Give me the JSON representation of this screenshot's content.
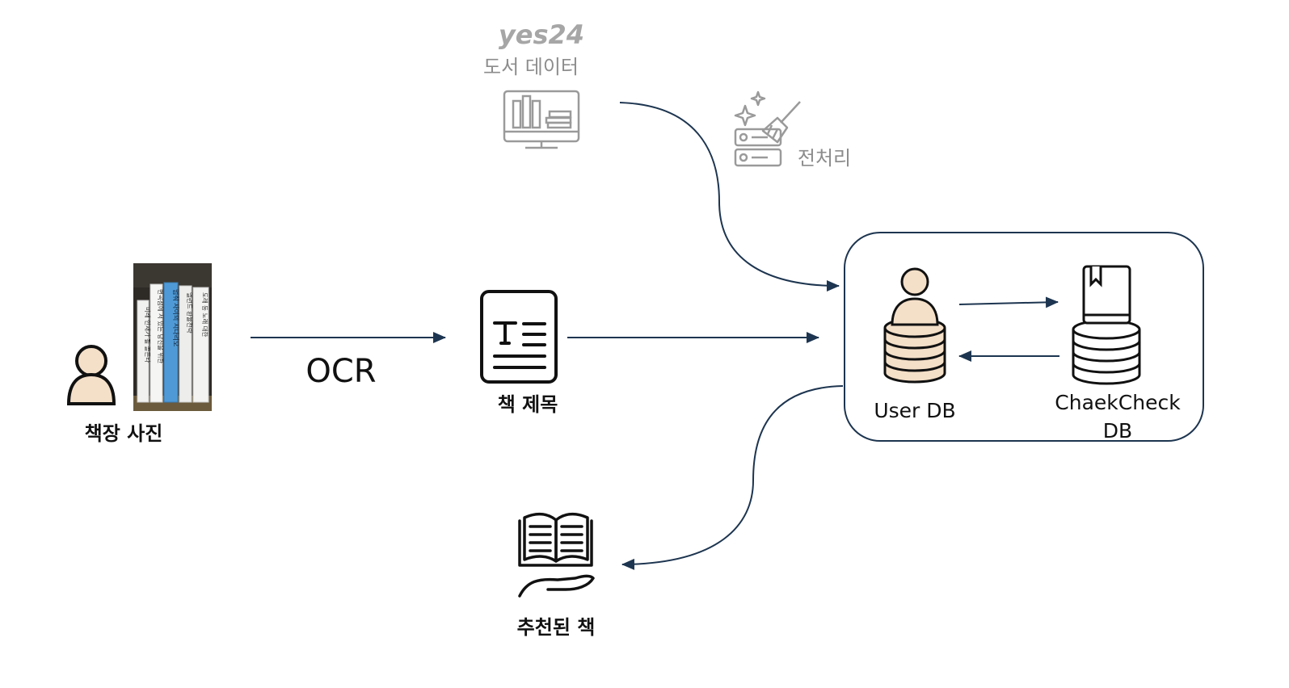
{
  "sources": {
    "yes24": {
      "logo_text": "yes24",
      "label": "도서 데이터"
    },
    "preprocess": {
      "label": "전처리"
    }
  },
  "inputs": {
    "shelf_photo": {
      "label": "책장 사진",
      "spines": [
        "미래 인재가 될 골든타",
        "변곡점에 서 있는 당신을 위한",
        "멈춰 사이의 시나리오",
        "엘런드 환율전략",
        "도래 등 노래 대한"
      ]
    },
    "ocr": {
      "label": "OCR"
    },
    "book_title": {
      "label": "책 제목"
    }
  },
  "storage": {
    "user_db": {
      "label": "User DB"
    },
    "chaekcheck_db": {
      "label_line1": "ChaekCheck",
      "label_line2": "DB"
    }
  },
  "output": {
    "label": "추천된 책"
  },
  "colors": {
    "arrow": "#1d3550",
    "person_fill": "#f4dfc8",
    "gray_icon": "#9a9a9a",
    "black": "#111111"
  }
}
